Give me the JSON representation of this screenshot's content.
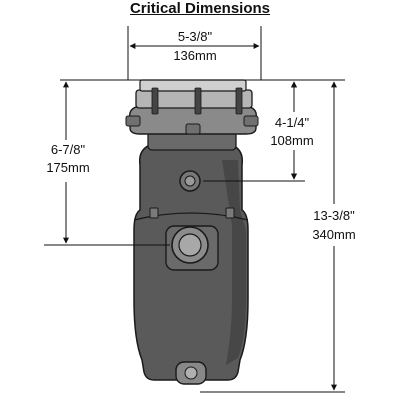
{
  "title": "Critical Dimensions",
  "dimensions": {
    "width": {
      "imperial": "5-3/8\"",
      "metric": "136mm"
    },
    "mount_to_inlet": {
      "imperial": "4-1/4\"",
      "metric": "108mm"
    },
    "mount_to_outlet": {
      "imperial": "6-7/8\"",
      "metric": "175mm"
    },
    "overall_height": {
      "imperial": "13-3/8\"",
      "metric": "340mm"
    }
  },
  "colors": {
    "body": "#595959",
    "body_dark": "#3e3e3e",
    "outline": "#1a1a1a",
    "metal": "#9a9a9a",
    "line": "#111111"
  }
}
